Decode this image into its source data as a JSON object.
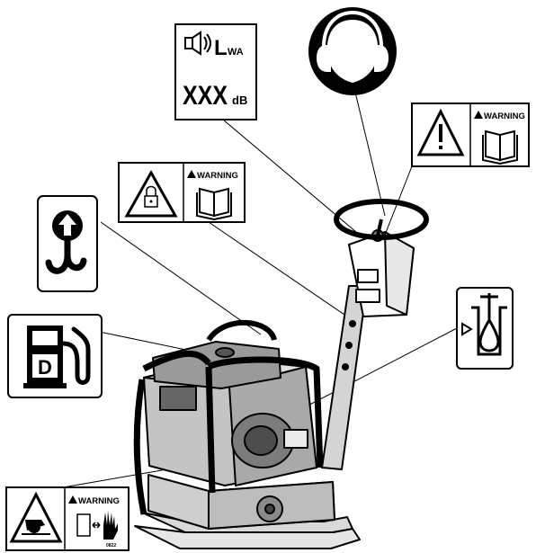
{
  "decals": {
    "noise": {
      "lwa_letter": "L",
      "lwa_sub": "WA",
      "value": "XXX",
      "unit": "dB"
    },
    "ear_protection": {
      "icon": "hearing-protection-icon"
    },
    "warning_manual_top": {
      "word": "WARNING",
      "icons": [
        "warning-triangle-icon",
        "read-manual-icon"
      ]
    },
    "warning_lock": {
      "word": "WARNING",
      "icons": [
        "locked-padlock-triangle-icon",
        "read-manual-icon"
      ]
    },
    "lifting_point": {
      "icon": "lifting-hook-icon"
    },
    "fuel": {
      "letter": "D",
      "icon": "diesel-fuel-pump-icon"
    },
    "oil": {
      "icon": "hydraulic-oil-level-icon"
    },
    "warning_crush": {
      "word": "WARNING",
      "code": "0822",
      "icons": [
        "crush-hazard-icon",
        "keep-hands-away-icon"
      ]
    }
  },
  "colors": {
    "ink": "#000000",
    "paper": "#ffffff",
    "plate": "#f2f2f2"
  }
}
